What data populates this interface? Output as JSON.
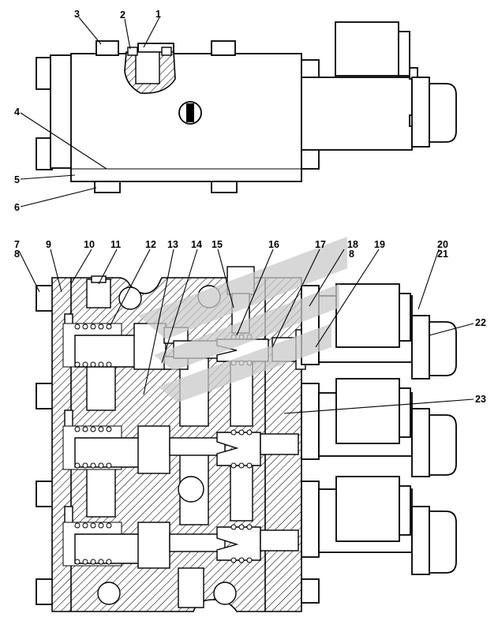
{
  "callouts": {
    "c1": "1",
    "c2": "2",
    "c3": "3",
    "c4": "4",
    "c5": "5",
    "c6": "6",
    "c7": "7",
    "c8a": "8",
    "c8b": "8",
    "c9": "9",
    "c10": "10",
    "c11": "11",
    "c12": "12",
    "c13": "13",
    "c14": "14",
    "c15": "15",
    "c16": "16",
    "c17": "17",
    "c18": "18",
    "c19": "19",
    "c20": "20",
    "c21": "21",
    "c22": "22",
    "c23": "23"
  },
  "colors": {
    "line": "#000000",
    "background": "#ffffff",
    "watermark": "#c9c9c9"
  }
}
